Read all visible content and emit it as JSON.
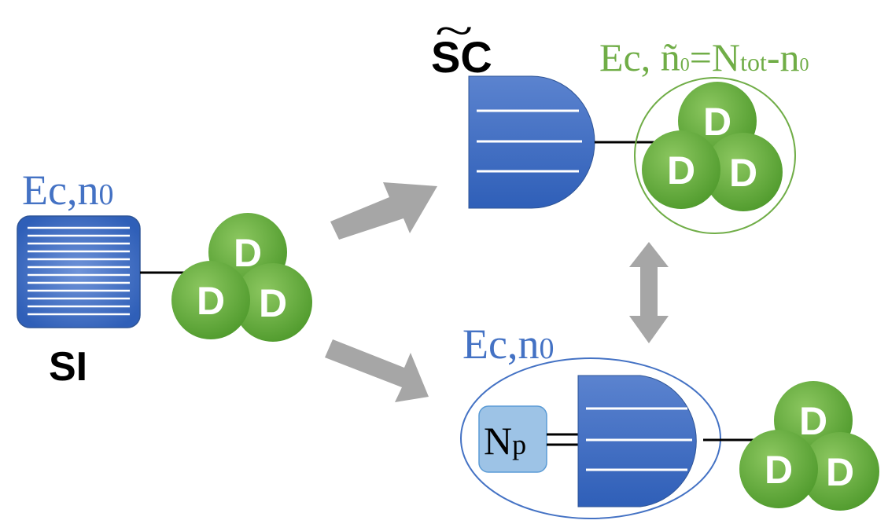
{
  "left": {
    "label_Ec": "Ec,",
    "label_n": "n",
    "label_sub0": "0",
    "name": "SI"
  },
  "top": {
    "name": "SC",
    "tilde": "~",
    "label": "Ec, ñ",
    "label_sub0": "0",
    "label_eq": "=N",
    "label_tot": "tot",
    "label_minus": "-n",
    "label_sub0b": "0"
  },
  "bottom": {
    "label_Ec": "Ec,",
    "label_n": "n",
    "label_sub0": "0",
    "np_N": "N",
    "np_p": "p"
  },
  "dots": {
    "letter": "D"
  },
  "colors": {
    "blue_box": "#4472c4",
    "green_dot": "#70ad47",
    "arrow_gray": "#a6a6a6",
    "np_box": "#9dc3e6"
  }
}
